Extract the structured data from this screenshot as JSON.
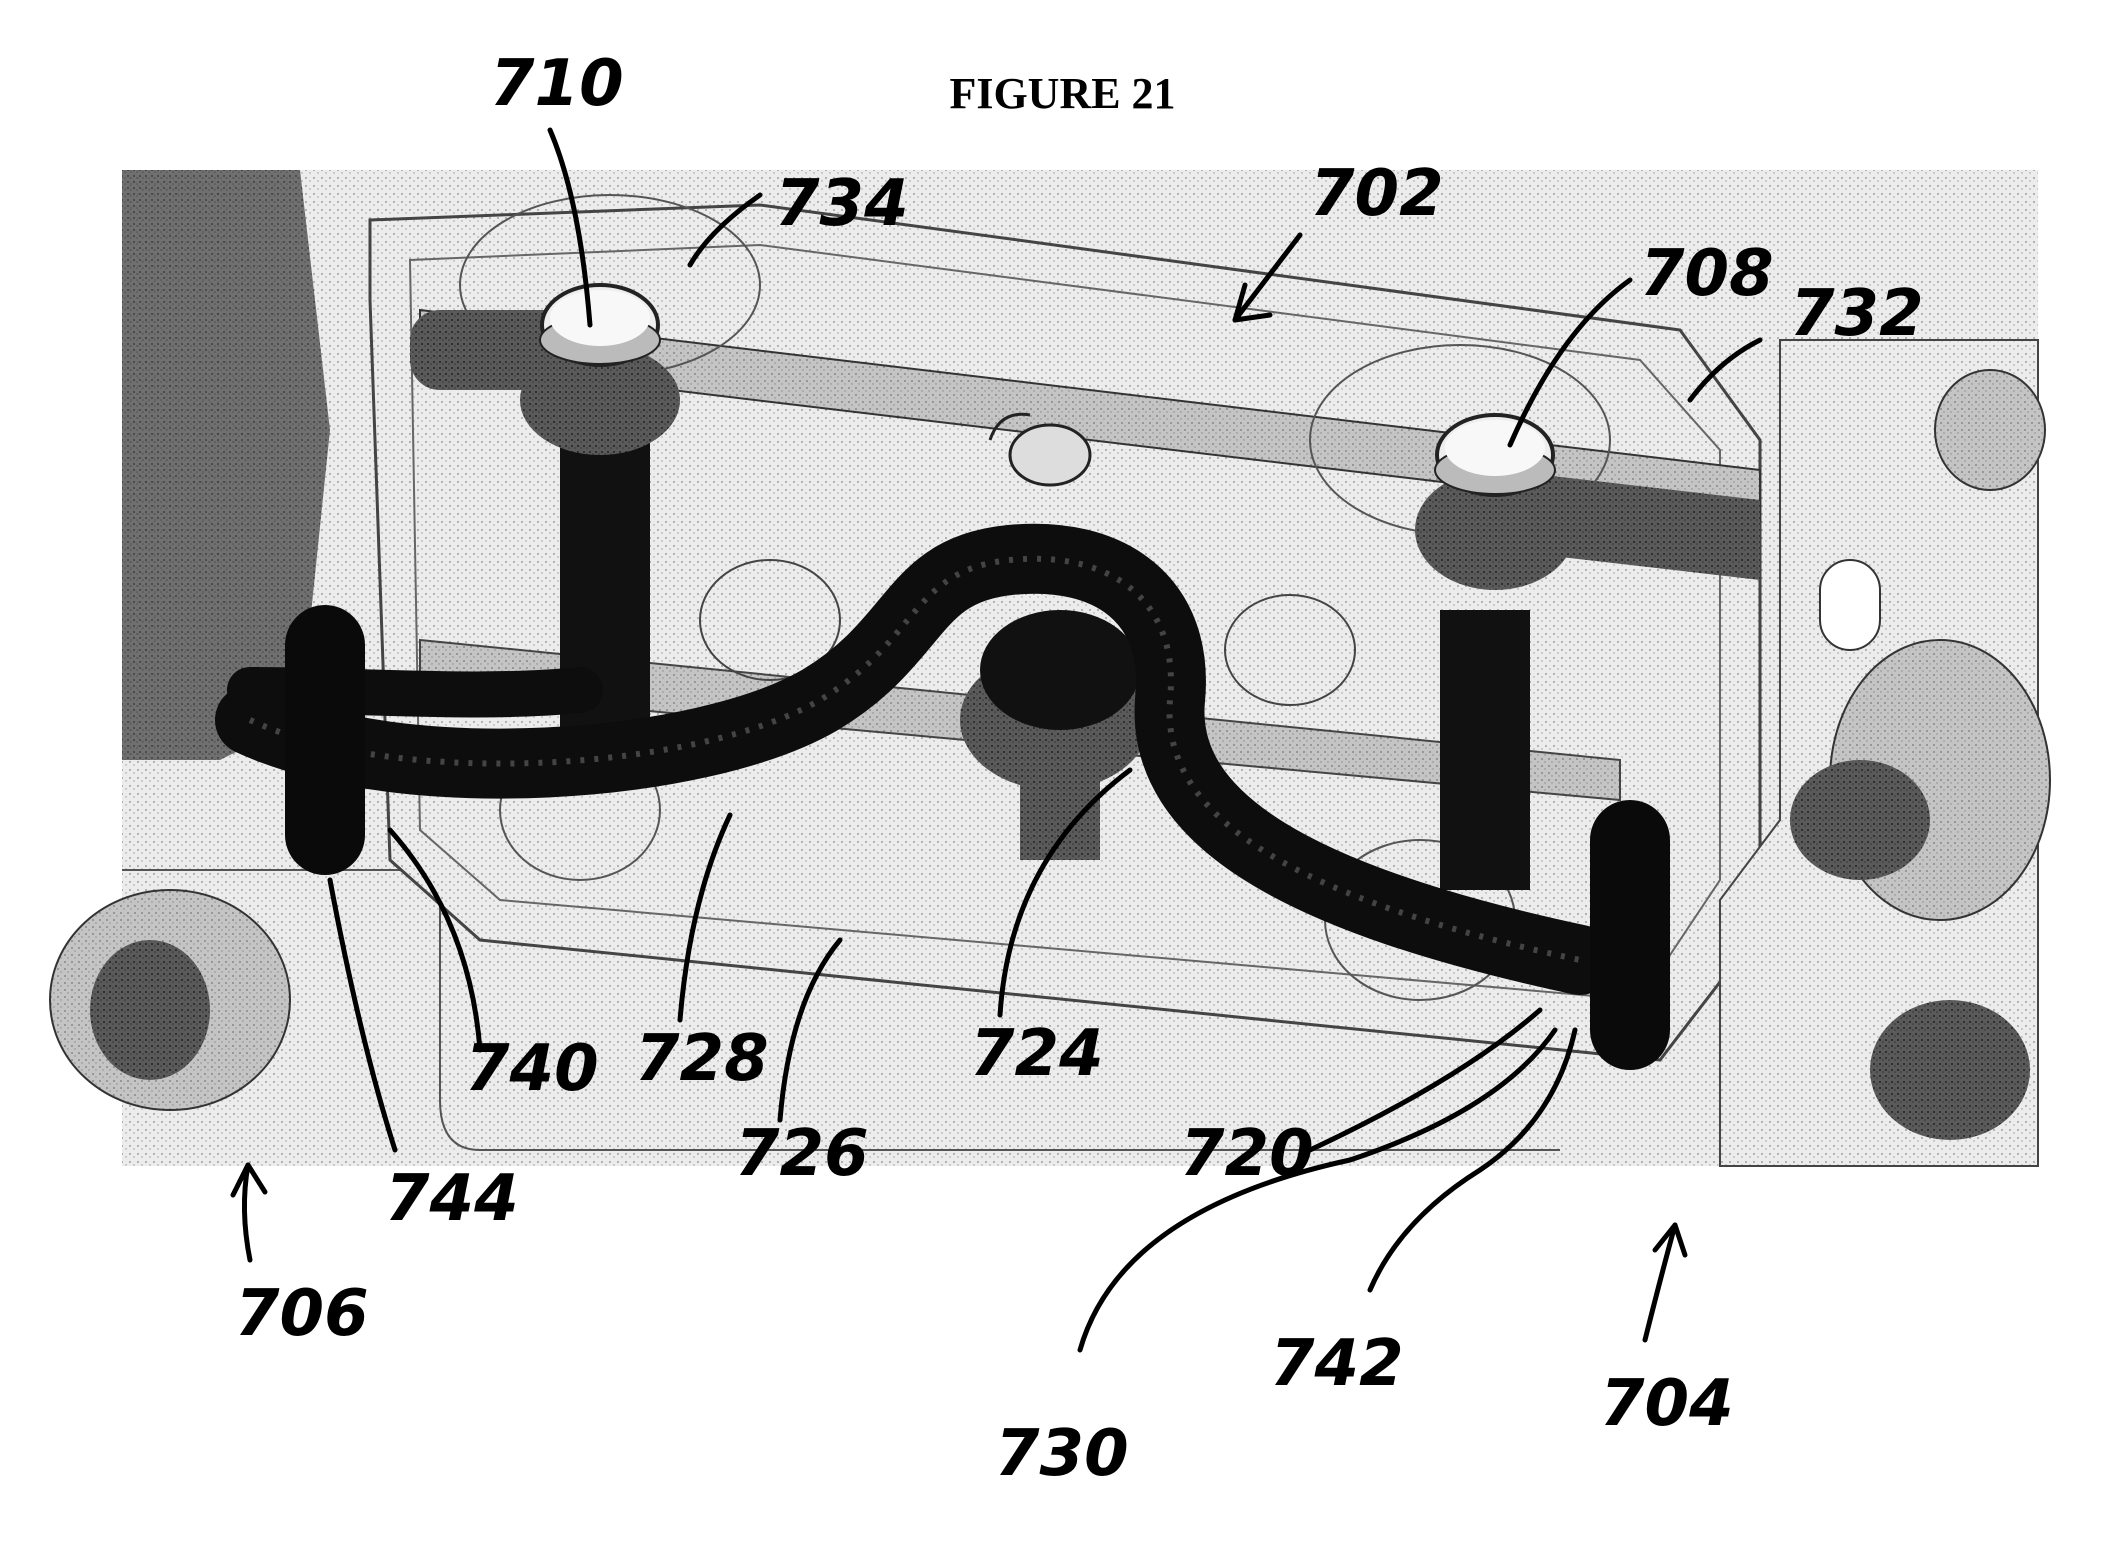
{
  "figure": {
    "title": "FIGURE 21"
  },
  "reference_numerals": {
    "n702": "702",
    "n704": "704",
    "n706": "706",
    "n708": "708",
    "n710": "710",
    "n720": "720",
    "n724": "724",
    "n726": "726",
    "n728": "728",
    "n730": "730",
    "n732": "732",
    "n734": "734",
    "n740": "740",
    "n742": "742",
    "n744": "744"
  }
}
